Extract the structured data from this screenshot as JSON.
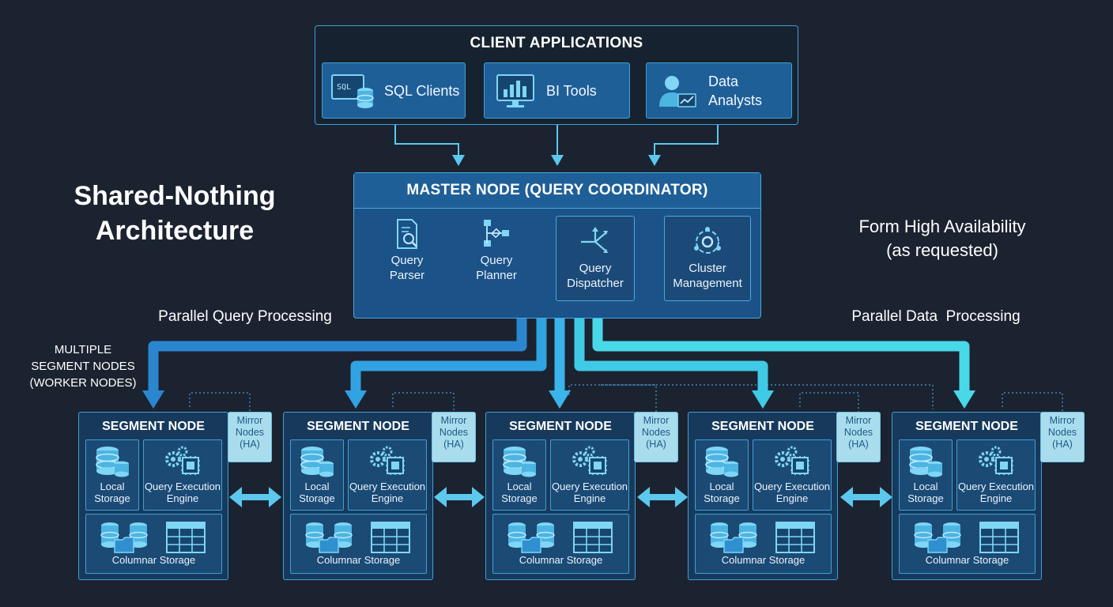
{
  "title": {
    "line1": "Shared-Nothing",
    "line2": "Architecture"
  },
  "client_applications": {
    "title": "CLIENT APPLICATIONS",
    "items": [
      {
        "label": "SQL Clients",
        "icon": "sql-database-icon"
      },
      {
        "label": "BI Tools",
        "icon": "bar-chart-monitor-icon"
      },
      {
        "label_line1": "Data",
        "label_line2": "Analysts",
        "icon": "analyst-user-icon"
      }
    ]
  },
  "master_node": {
    "title": "MASTER NODE (QUERY COORDINATOR)",
    "steps": [
      {
        "line1": "Query",
        "line2": "Parser",
        "icon": "document-search-icon"
      },
      {
        "line1": "Query",
        "line2": "Planner",
        "icon": "flowchart-icon"
      },
      {
        "line1": "Query",
        "line2": "Dispatcher",
        "icon": "split-arrows-icon"
      },
      {
        "line1": "Cluster",
        "line2": "Management",
        "icon": "cluster-cog-icon"
      }
    ]
  },
  "side_labels": {
    "ha_line1": "Form High Availability",
    "ha_line2": "(as requested)",
    "parallel_query": "Parallel Query Processing",
    "parallel_data": "Parallel Data  Processing",
    "multiple_line1": "MULTIPLE",
    "multiple_line2": "SEGMENT NODES",
    "multiple_line3": "(WORKER NODES)"
  },
  "segment_node": {
    "title": "SEGMENT NODE",
    "local_line1": "Local",
    "local_line2": "Storage",
    "engine_line1": "Query Execution",
    "engine_line2": "Engine",
    "columnar": "Columnar Storage",
    "count": 5
  },
  "mirror": {
    "line1": "Mirror",
    "line2": "Nodes",
    "line3": "(HA)"
  },
  "colors": {
    "background": "#1b2330",
    "accent_blue": "#3e9fd6",
    "arrow_cyan": "#3cc4e6",
    "mirror_fill": "#a9dced"
  }
}
